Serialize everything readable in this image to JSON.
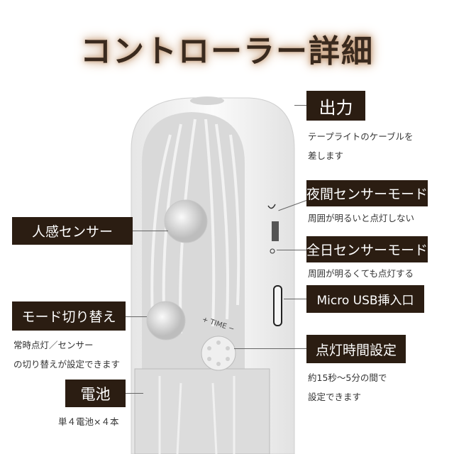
{
  "title": "コントローラー詳細",
  "labels": {
    "output": {
      "title": "出力",
      "desc": [
        "テープライトのケーブルを",
        "差します"
      ]
    },
    "night_mode": {
      "title": "夜間センサーモード",
      "desc": "周囲が明るいと点灯しない"
    },
    "allday_mode": {
      "title": "全日センサーモード",
      "desc": "周囲が明るくても点灯する"
    },
    "usb": {
      "title": "Micro USB挿入口"
    },
    "timer": {
      "title": "点灯時間設定",
      "desc": [
        "約15秒～5分の間で",
        "設定できます"
      ]
    },
    "sensor": {
      "title": "人感センサー"
    },
    "mode_switch": {
      "title": "モード切り替え",
      "desc": [
        "常時点灯／センサー",
        "の切り替えが設定できます"
      ]
    },
    "battery": {
      "title": "電池",
      "desc": "単４電池×４本"
    }
  },
  "device": {
    "dial_label": "TIME",
    "plus": "+",
    "minus": "−"
  }
}
